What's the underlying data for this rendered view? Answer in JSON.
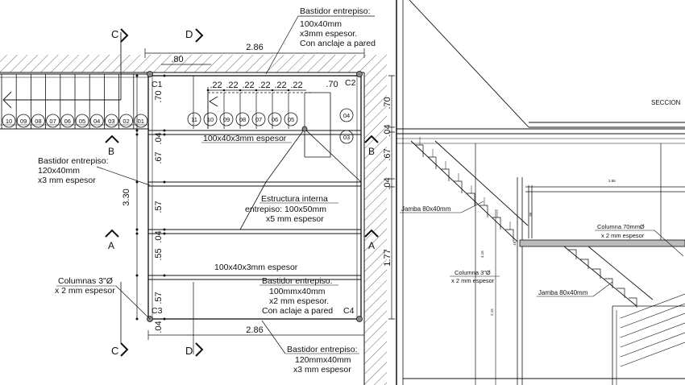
{
  "plan": {
    "section_marks": {
      "c_top": "C",
      "d_top": "D",
      "c_bottom": "C",
      "d_bottom": "D",
      "b_left": "B",
      "b_right": "B",
      "a_left": "A",
      "a_right": "A"
    },
    "columns": {
      "c1": "C1",
      "c2": "C2",
      "c3": "C3",
      "c4": "C4"
    },
    "dims": {
      "top_width": "2.86",
      "top_partial": ".80",
      "bottom_width": "2.86",
      "left_height": "3.30",
      "right_height": "1.77",
      "treads": [
        ".22",
        ".22",
        ".22",
        ".22",
        ".22",
        ".22"
      ],
      "tread_end": ".70",
      "v_left": [
        ".70",
        ".04",
        ".67",
        ".57",
        ".04",
        ".55",
        ".57",
        ".04"
      ],
      "v_right": [
        ".70",
        ".04",
        ".67",
        ".04"
      ]
    },
    "lower_steps": [
      "10",
      "09",
      "08",
      "07",
      "06",
      "05",
      "04",
      "03",
      "02",
      "01"
    ],
    "upper_steps": [
      "11",
      "10",
      "09",
      "08",
      "07",
      "06",
      "05"
    ],
    "landing_steps": [
      "04",
      "03"
    ],
    "notes": {
      "top_right": [
        "Bastidor entrepiso:",
        "100x40mm",
        "x3mm espesor.",
        "Con anclaje a pared"
      ],
      "left_mid": [
        "Bastidor entrepiso:",
        "120x40mm",
        "x3 mm espesor"
      ],
      "beam_top": "100x40x3mm espesor",
      "structure": [
        "Estructura interna",
        "entrepiso: 100x50mm",
        "x5 mm espesor"
      ],
      "beam_bottom": "100x40x3mm espesor",
      "columns_note": [
        "Columnas 3\"Ø",
        "x 2 mm espesor"
      ],
      "bottom_right": [
        "Bastidor entrepiso:",
        "100mmx40mm",
        "x2 mm espesor.",
        "Con aclaje a pared"
      ],
      "bottom": [
        "Bastidor entrepiso:",
        "120mmx40mm",
        "x3 mm espesor"
      ]
    }
  },
  "section": {
    "title": "SECCION",
    "notes": {
      "jamba_top": "Jamba 80x40mm",
      "columna_70": [
        "Columna 70mmØ",
        "x 2 mm espesor"
      ],
      "columna_3": [
        "Columna 3\"Ø",
        "x 2 mm espesor"
      ],
      "jamba_bottom": "Jamba 80x40mm"
    },
    "small_dims": [
      "2.86",
      ".90",
      "4.15",
      "2.15",
      ".15"
    ]
  }
}
